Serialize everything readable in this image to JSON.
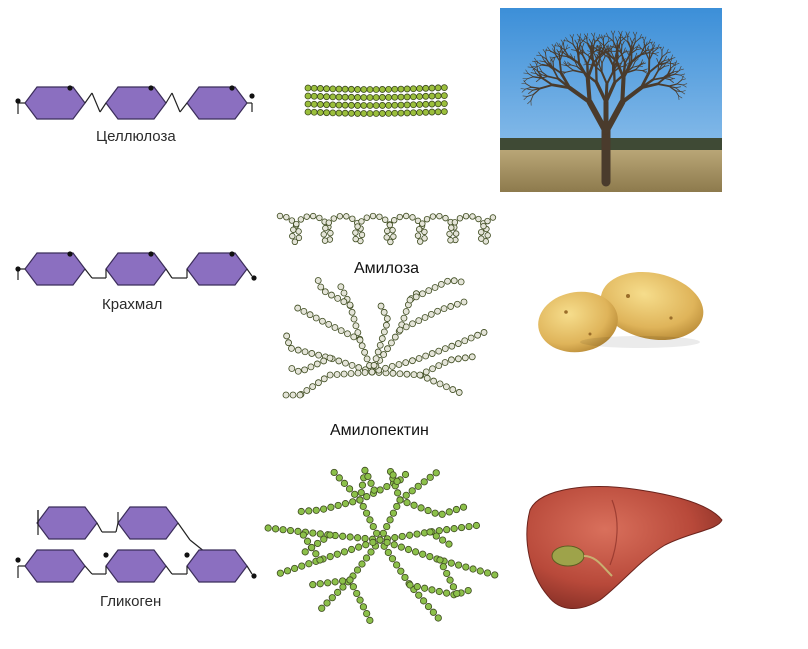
{
  "labels": {
    "cellulose": "Целлюлоза",
    "starch": "Крахмал",
    "glycogen": "Гликоген",
    "amylose": "Амилоза",
    "amylopectin": "Амилопектин"
  },
  "illustrations": {
    "tree": "tree-photo",
    "potatoes": "potatoes-photo",
    "liver": "liver-illustration"
  },
  "colors": {
    "glucose_ring": "#8b6fc0",
    "ring_stroke": "#3b2d5a",
    "cellulose_bead": "#9bbf3c",
    "amylose_bead": "#e4e4d8",
    "glycogen_bead": "#8cc04a",
    "bead_stroke": "#3d4a1f"
  }
}
